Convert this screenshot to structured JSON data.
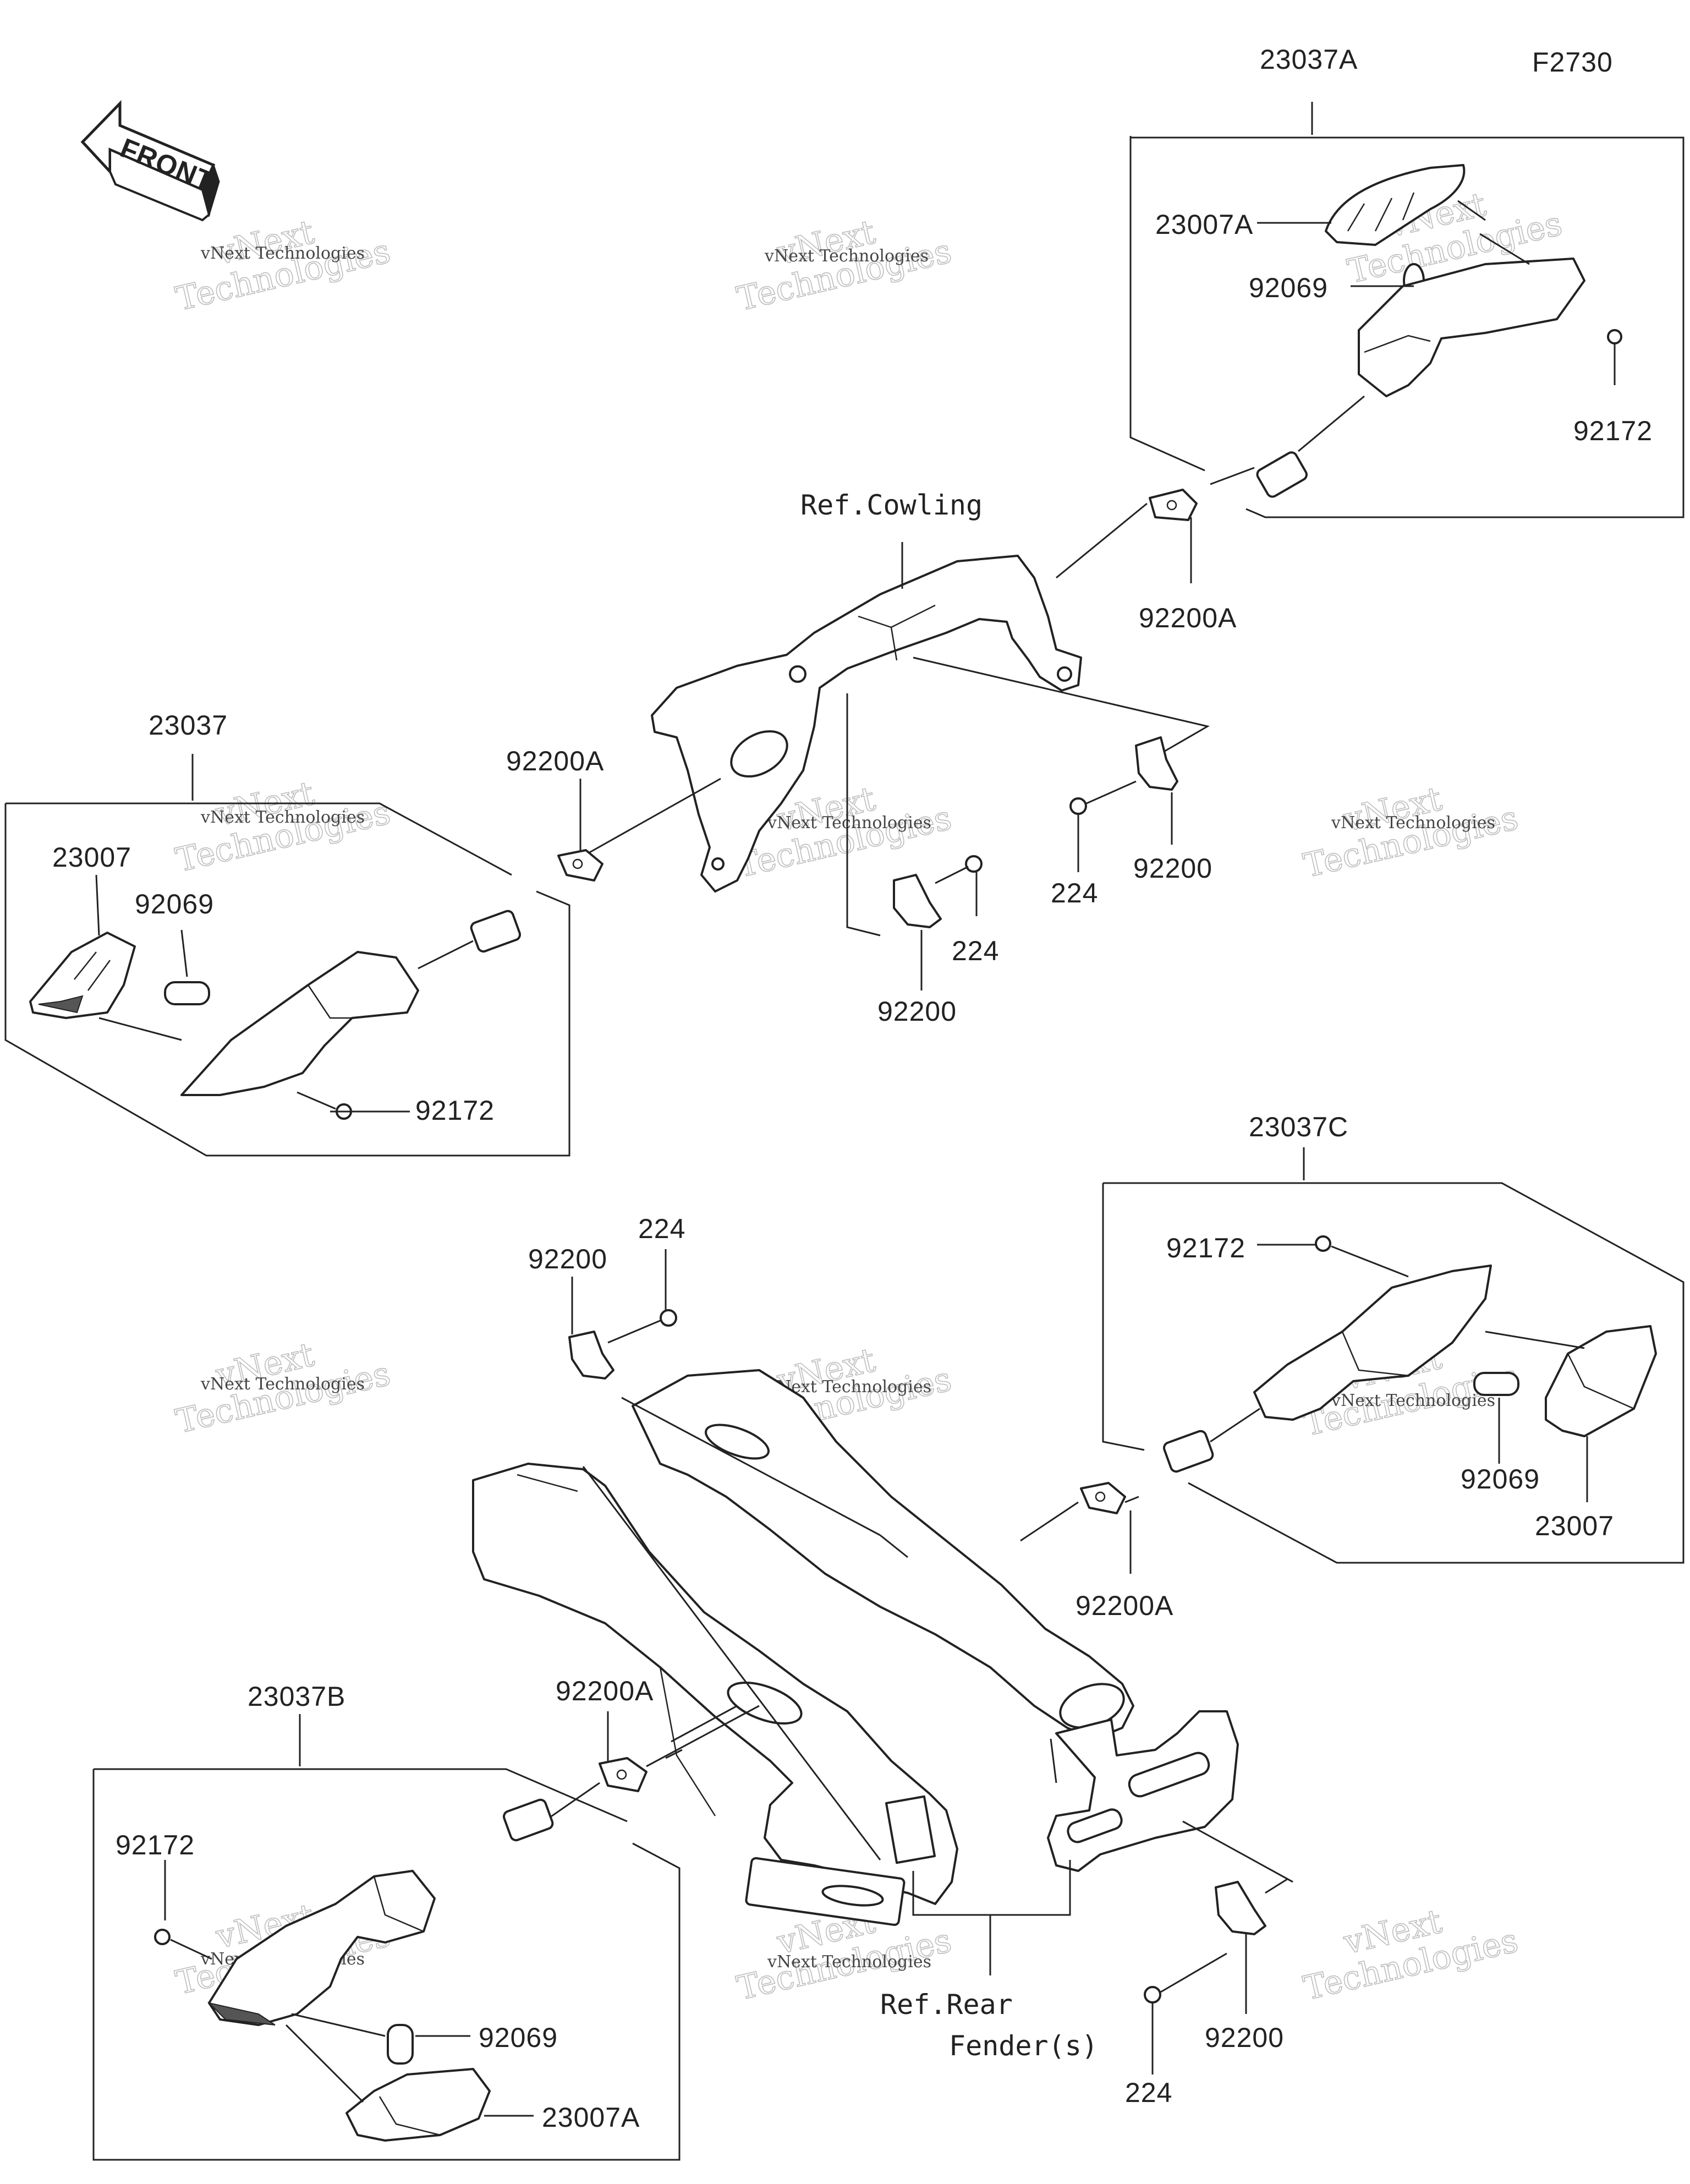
{
  "figure_code": "F2730",
  "front_arrow_text": "FRONT",
  "watermark": {
    "line1": "vNext",
    "line2": "Technologies",
    "small": "vNext Technologies"
  },
  "labels": {
    "assy_front_right": "23037A",
    "lens_front_right": "23007A",
    "bulb_front_right": "92069",
    "screw_front_right": "92172",
    "damper_front_right": "92200A",
    "ref_cowling": "Ref.Cowling",
    "assy_front_left": "23037",
    "lens_front_left": "23007",
    "bulb_front_left": "92069",
    "screw_front_left": "92172",
    "damper_front_left": "92200A",
    "plate_cowl_right": "92200",
    "bolt_cowl_right": "224",
    "plate_cowl_center": "92200",
    "bolt_cowl_center": "224",
    "assy_rear_right": "23037C",
    "screw_rear_right": "92172",
    "bulb_rear_right": "92069",
    "lens_rear_right": "23007",
    "damper_rear_right": "92200A",
    "plate_rear_top": "92200",
    "bolt_rear_top": "224",
    "assy_rear_left": "23037B",
    "damper_rear_left": "92200A",
    "screw_rear_left": "92172",
    "bulb_rear_left": "92069",
    "lens_rear_left": "23007A",
    "plate_rear_bottom": "92200",
    "bolt_rear_bottom": "224",
    "ref_rear_line1": "Ref.Rear",
    "ref_rear_line2": "Fender(s)"
  }
}
